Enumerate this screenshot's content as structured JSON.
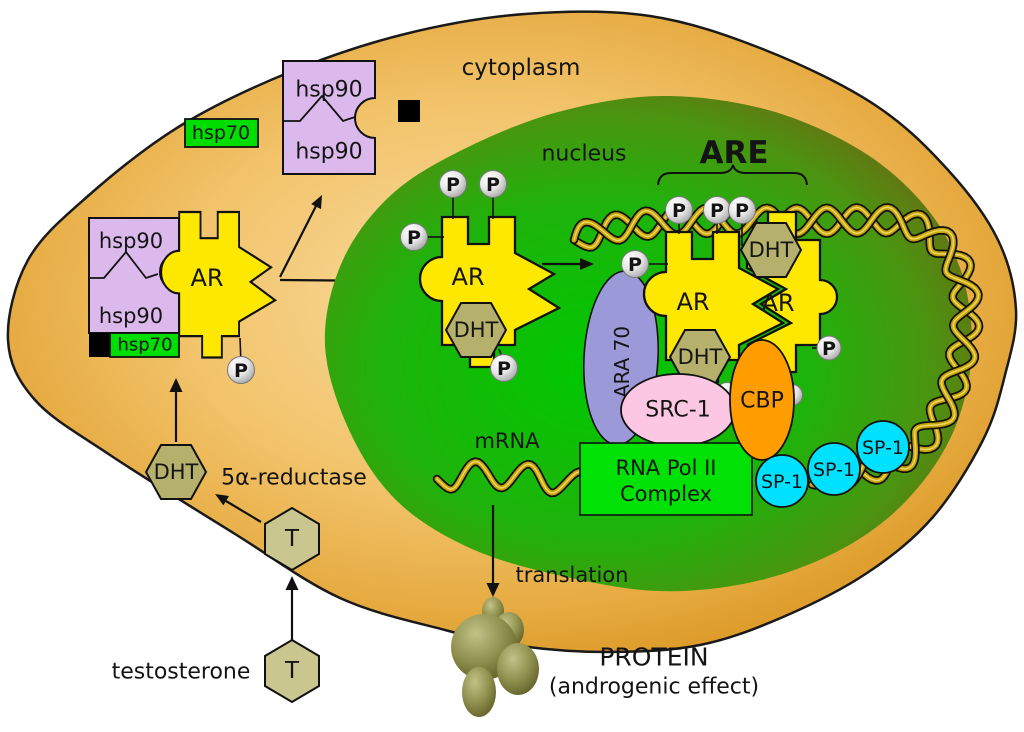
{
  "colors": {
    "cell_fill_center": "#f8dda2",
    "cell_fill_edge": "#d9941f",
    "cell_outline": "#1a1a1a",
    "nucleus_center": "#00c800",
    "nucleus_edge": "#6e6713",
    "hsp90": "#dcb9ec",
    "hsp70": "#00dd00",
    "ar": "#ffe800",
    "dht": "#b5b16c",
    "t_hex": "#c9c68f",
    "ara70": "#9c99d8",
    "src1": "#fcc7e2",
    "cbp": "#ff9c00",
    "sp1": "#00e0ff",
    "rna_pol": "#00e205",
    "dna": "#c8a305",
    "are": "#e60000",
    "inhibitor_square": "#000000"
  },
  "regions": {
    "cytoplasm": "cytoplasm",
    "nucleus": "nucleus"
  },
  "chaperones": {
    "hsp90": "hsp90",
    "hsp70": "hsp70"
  },
  "receptor": {
    "ar": "AR"
  },
  "hormones": {
    "dht": "DHT",
    "t": "T",
    "testosterone": "testosterone",
    "reductase": "5α-reductase"
  },
  "phosphate": {
    "p": "P"
  },
  "dna": {
    "are": "ARE"
  },
  "coactivators": {
    "ara70": "ARA 70",
    "src1": "SRC-1",
    "cbp": "CBP",
    "sp1": "SP-1"
  },
  "transcription": {
    "rna_pol_line1": "RNA Pol II",
    "rna_pol_line2": "Complex",
    "mrna": "mRNA",
    "translation": "translation"
  },
  "protein": {
    "title": "PROTEIN",
    "subtitle": "(androgenic effect)"
  }
}
